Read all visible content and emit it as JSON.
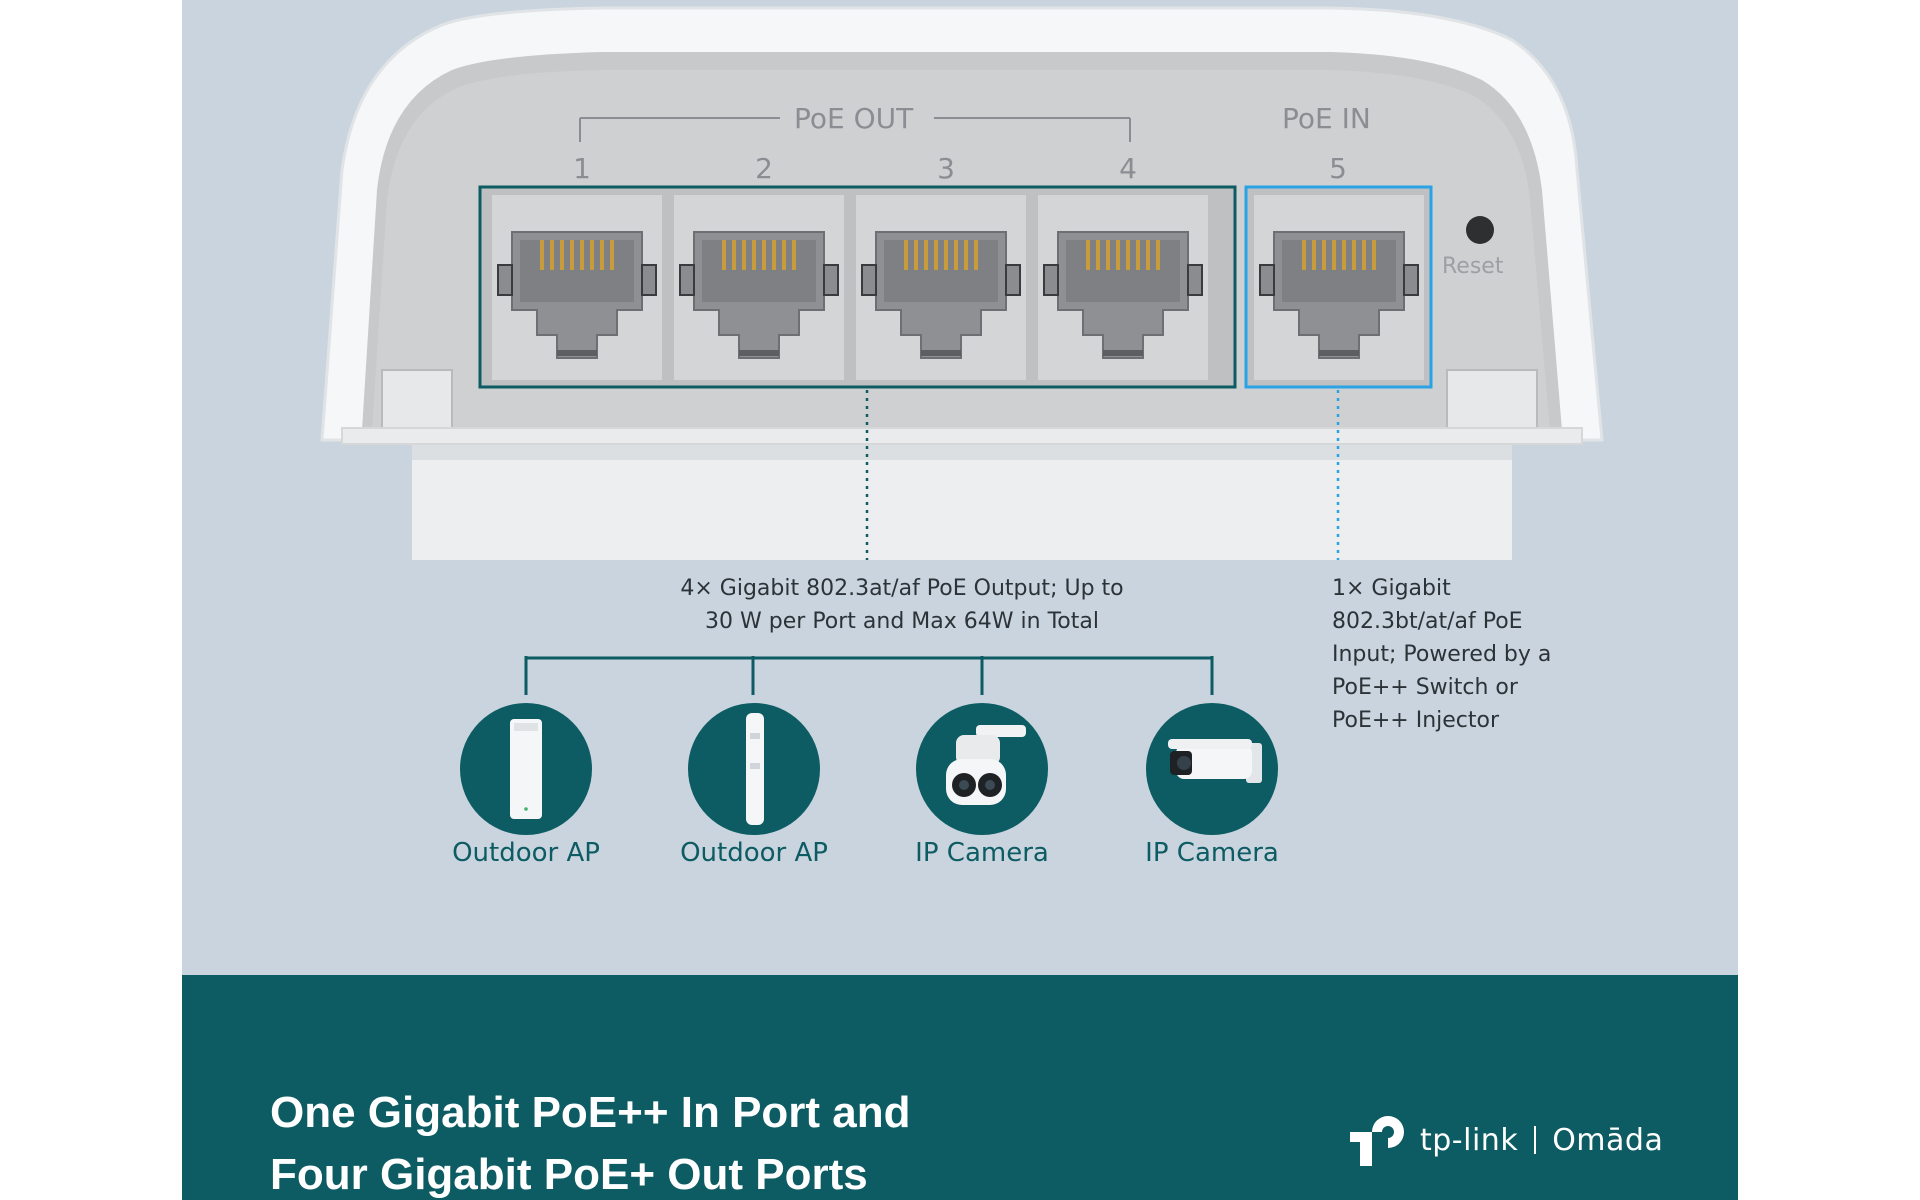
{
  "device": {
    "poe_out_label": "PoE OUT",
    "poe_in_label": "PoE IN",
    "port_numbers": [
      "1",
      "2",
      "3",
      "4",
      "5"
    ],
    "reset_label": "Reset"
  },
  "callouts": {
    "poe_output_description_line1": "4× Gigabit 802.3at/af PoE Output; Up to",
    "poe_output_description_line2": "30 W per Port and Max 64W in Total",
    "poe_input_description_lines": [
      "1× Gigabit",
      "802.3bt/at/af PoE",
      "Input; Powered by a",
      "PoE++ Switch or",
      "PoE++ Injector"
    ]
  },
  "connected_devices": [
    {
      "label": "Outdoor AP",
      "icon": "outdoor-ap-icon"
    },
    {
      "label": "Outdoor AP",
      "icon": "outdoor-ap-antenna-icon"
    },
    {
      "label": "IP Camera",
      "icon": "ptz-camera-icon"
    },
    {
      "label": "IP Camera",
      "icon": "bullet-camera-icon"
    }
  ],
  "footer": {
    "headline_line1": "One Gigabit PoE++ In Port and",
    "headline_line2": "Four Gigabit PoE+ Out Ports",
    "brand_name": "tp-link",
    "sub_brand": "Omāda"
  },
  "colors": {
    "background": "#c9d4de",
    "teal": "#0d5c63",
    "poe_in_highlight": "#2aa3e6",
    "text_dark": "#2c3338"
  }
}
